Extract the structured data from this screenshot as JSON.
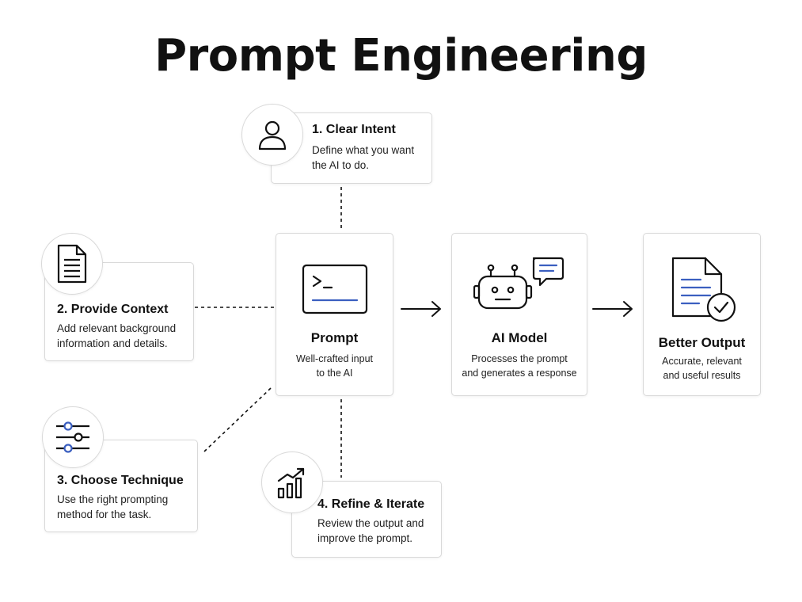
{
  "title": "Prompt Engineering",
  "colors": {
    "accent": "#3b5fc0",
    "ink": "#111111",
    "border": "#d9d9d9"
  },
  "steps": [
    {
      "title": "1. Clear Intent",
      "description": "Define what you want\nthe AI to do.",
      "icon": "user-icon"
    },
    {
      "title": "2. Provide Context",
      "description": "Add relevant background\ninformation and details.",
      "icon": "document-icon"
    },
    {
      "title": "3. Choose Technique",
      "description": "Use the right prompting\nmethod for the task.",
      "icon": "sliders-icon"
    },
    {
      "title": "4. Refine & Iterate",
      "description": "Review the output and\nimprove the prompt.",
      "icon": "growth-chart-icon"
    }
  ],
  "flow": [
    {
      "title": "Prompt",
      "description": "Well-crafted input\nto the AI",
      "icon": "terminal-icon"
    },
    {
      "title": "AI Model",
      "description": "Processes the prompt\nand generates a response",
      "icon": "robot-icon"
    },
    {
      "title": "Better Output",
      "description": "Accurate, relevant\nand useful results",
      "icon": "checked-document-icon"
    }
  ]
}
